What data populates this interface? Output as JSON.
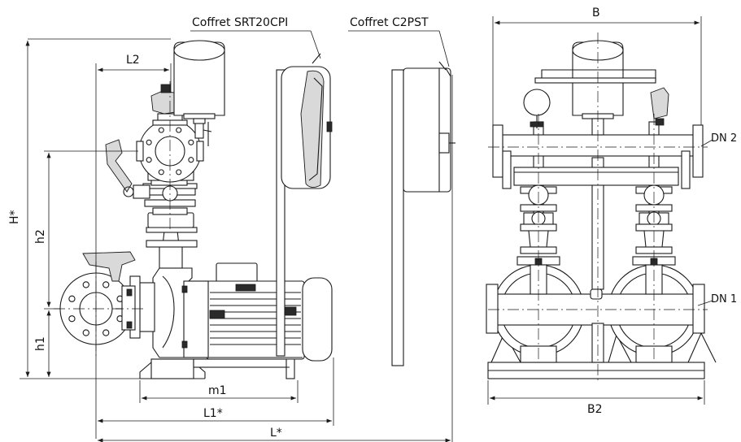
{
  "labels": {
    "coffret_srt": "Coffret SRT20CPI",
    "coffret_c2": "Coffret C2PST",
    "L2": "L2",
    "H": "H*",
    "h2": "h2",
    "h1": "h1",
    "m1": "m1",
    "L1": "L1*",
    "L": "L*",
    "B": "B",
    "B2": "B2",
    "DN2": "DN 2",
    "DN1": "DN 1"
  }
}
